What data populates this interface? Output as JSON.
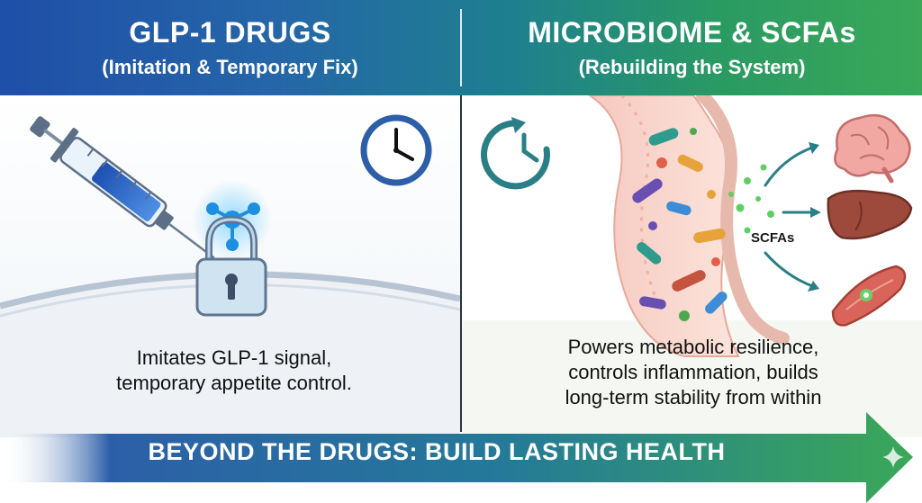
{
  "left_panel": {
    "title": "GLP-1 DRUGS",
    "subtitle": "(Imitation & Temporary Fix)",
    "description_lines": [
      "Imitates GLP-1 signal,",
      "temporary appetite control."
    ],
    "icons": [
      "syringe-icon",
      "clock-icon",
      "padlock-icon",
      "molecule-icon"
    ]
  },
  "right_panel": {
    "title": "MICROBIOME & SCFAs",
    "subtitle": "(Rebuilding the System)",
    "scfa_label": "SCFAs",
    "description_lines": [
      "Powers metabolic resilience,",
      "controls inflammation, builds",
      "long-term stability from within"
    ],
    "icons": [
      "cycle-clock-icon",
      "gut-bacteria-icon",
      "brain-icon",
      "liver-icon",
      "muscle-icon"
    ]
  },
  "banner": {
    "text": "BEYOND THE DRUGS: BUILD LASTING HEALTH"
  },
  "colors": {
    "header_blue": "#1f4fa8",
    "header_green": "#3aa858",
    "accent_teal": "#2a7f86",
    "syringe_blue": "#2f6fd6"
  }
}
